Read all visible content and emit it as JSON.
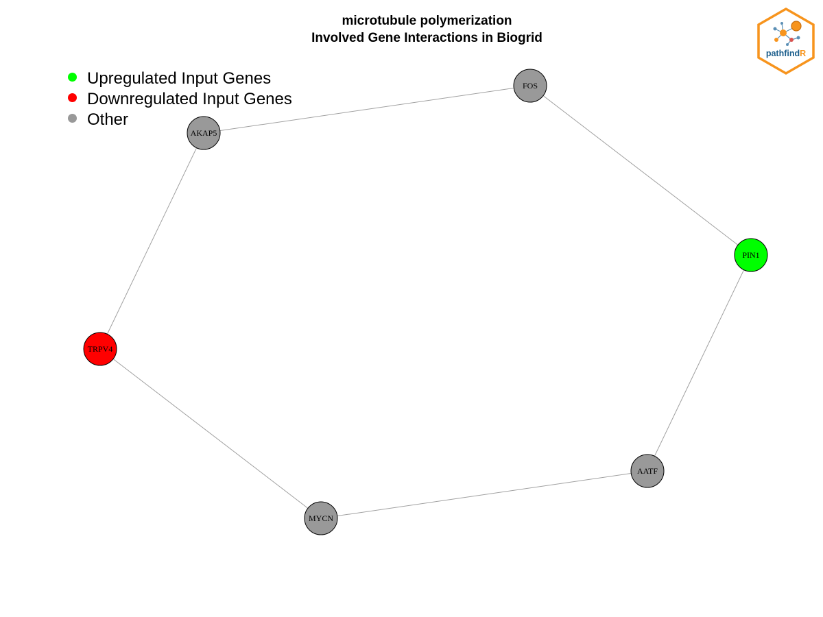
{
  "title": {
    "line1": "microtubule polymerization",
    "line2": "Involved Gene Interactions in Biogrid"
  },
  "legend": [
    {
      "label": "Upregulated Input Genes",
      "color": "#00ff00"
    },
    {
      "label": "Downregulated Input Genes",
      "color": "#ff0000"
    },
    {
      "label": "Other",
      "color": "#999999"
    }
  ],
  "network": {
    "node_border_color": "#000000",
    "edge_color": "#a0a0a0",
    "nodes": [
      {
        "id": "FOS",
        "label": "FOS",
        "type": "other"
      },
      {
        "id": "AKAP5",
        "label": "AKAP5",
        "type": "other"
      },
      {
        "id": "PIN1",
        "label": "PIN1",
        "type": "up"
      },
      {
        "id": "TRPV4",
        "label": "TRPV4",
        "type": "down"
      },
      {
        "id": "AATF",
        "label": "AATF",
        "type": "other"
      },
      {
        "id": "MYCN",
        "label": "MYCN",
        "type": "other"
      }
    ],
    "edges": [
      [
        "AKAP5",
        "FOS"
      ],
      [
        "FOS",
        "PIN1"
      ],
      [
        "PIN1",
        "AATF"
      ],
      [
        "AATF",
        "MYCN"
      ],
      [
        "MYCN",
        "TRPV4"
      ],
      [
        "TRPV4",
        "AKAP5"
      ]
    ],
    "type_colors": {
      "up": "#00ff00",
      "down": "#ff0000",
      "other": "#999999"
    }
  },
  "logo": {
    "text_main": "pathfind",
    "text_accent": "R",
    "border_color": "#f7941d",
    "text_color": "#1b5e8c",
    "accent_color": "#f7941d"
  }
}
